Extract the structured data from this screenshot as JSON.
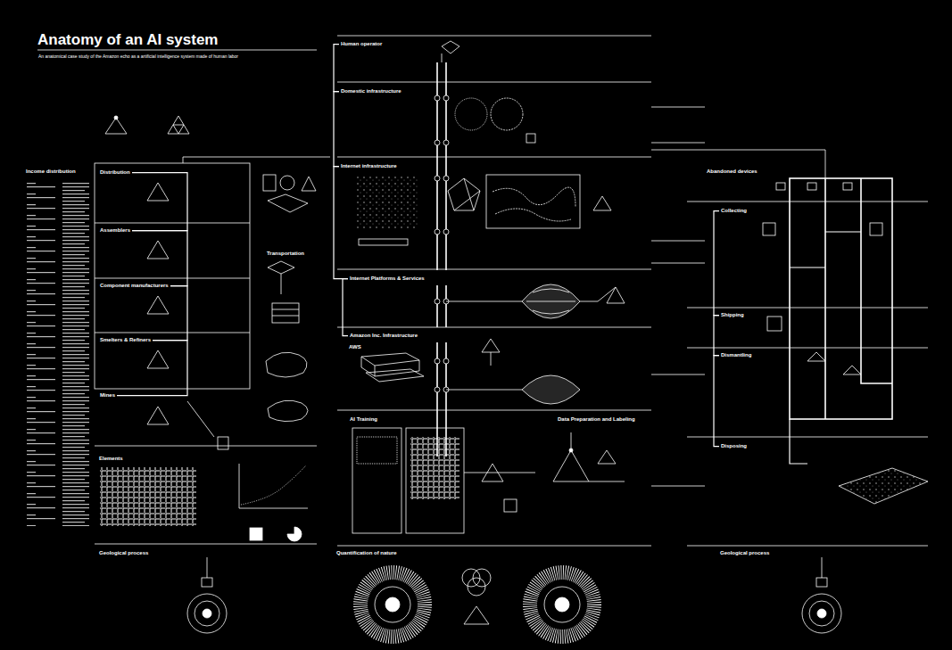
{
  "diagram": {
    "title": "Anatomy of an AI system",
    "nodes": [
      {
        "text": [
          "Distribution"
        ]
      },
      {
        "text": [
          "Assemblers"
        ]
      },
      {
        "text": [
          "Component manufacturers"
        ]
      },
      {
        "text": [
          "Smelters & Refiners"
        ]
      },
      {
        "text": [
          "Mines"
        ]
      },
      {
        "text": [
          "Human operator"
        ]
      },
      {
        "text": [
          "Domestic infrastructure"
        ]
      },
      {
        "text": [
          "Internet infrastructure"
        ]
      },
      {
        "text": [
          "Internet Platforms & Services"
        ]
      },
      {
        "text": [
          "Amazon Inc. Infrastructure"
        ]
      },
      {
        "text": [
          "AI Training"
        ]
      },
      {
        "text": [
          "Data Preparation and Labeling"
        ]
      },
      {
        "text": [
          "Collecting"
        ]
      },
      {
        "text": [
          "Shipping"
        ]
      },
      {
        "text": [
          "Dismantling"
        ]
      },
      {
        "text": [
          "Disposing"
        ]
      }
    ],
    "edges": [
      {
        "from": 4,
        "to": 3,
        "arrow": "none"
      },
      {
        "from": 3,
        "to": 2,
        "arrow": "none"
      },
      {
        "from": 2,
        "to": 1,
        "arrow": "none"
      },
      {
        "from": 1,
        "to": 0,
        "arrow": "none"
      },
      {
        "from": 5,
        "to": 6,
        "arrow": "none"
      },
      {
        "from": 6,
        "to": 7,
        "arrow": "none"
      },
      {
        "from": 7,
        "to": 8,
        "arrow": "none"
      },
      {
        "from": 8,
        "to": 9,
        "arrow": "none"
      },
      {
        "from": 12,
        "to": 13,
        "arrow": "none"
      },
      {
        "from": 13,
        "to": 14,
        "arrow": "none"
      },
      {
        "from": 14,
        "to": 15,
        "arrow": "none"
      }
    ],
    "labels": [
      "An anatomical case study of the Amazon echo as a artificial intelligence system made of human labor",
      "Income distribution",
      "Transportation",
      "AWS",
      "Elements",
      "Geological process",
      "Quantification of nature",
      "Abandoned devices",
      "Geological process"
    ]
  }
}
